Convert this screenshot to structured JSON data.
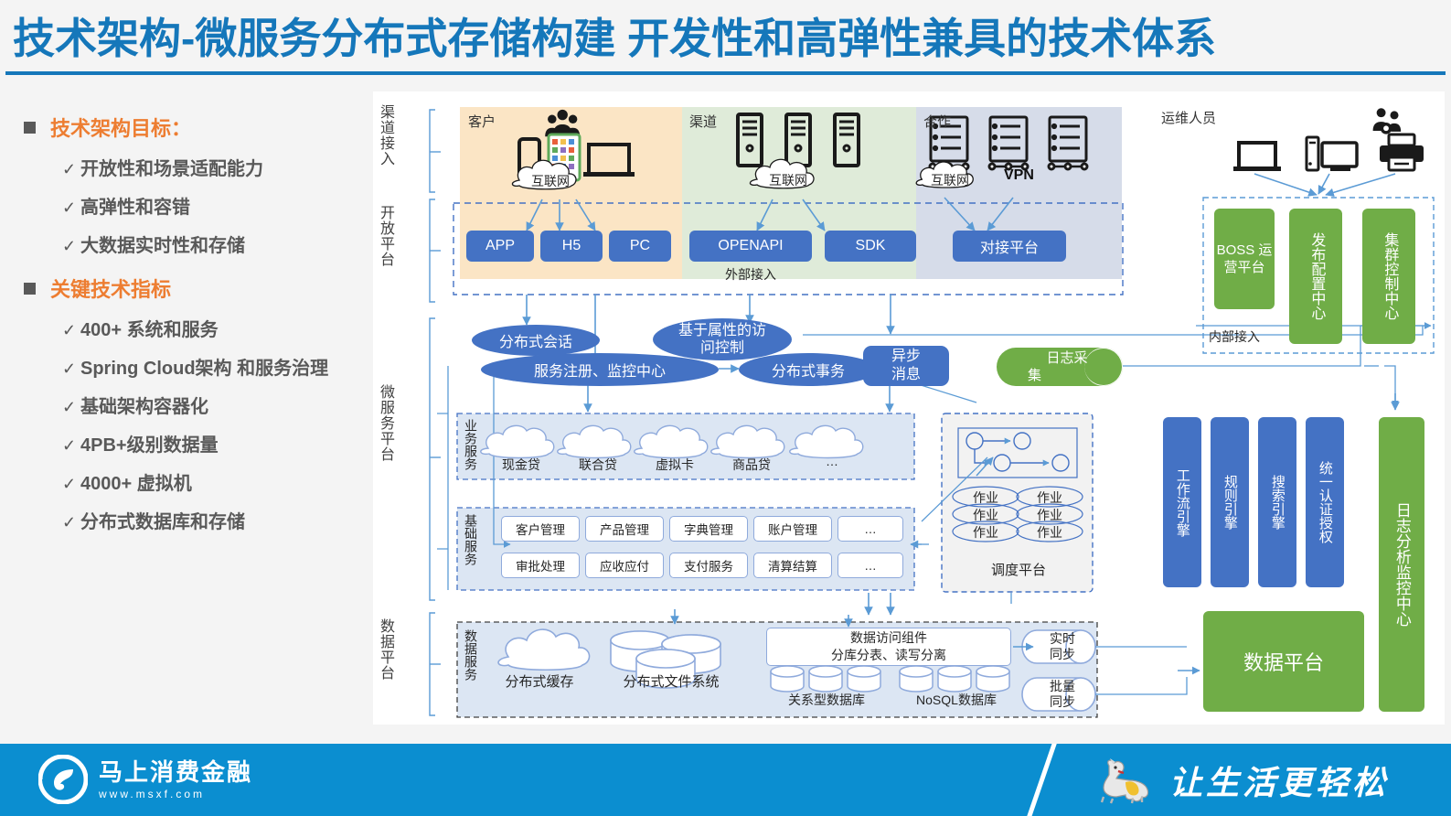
{
  "title": "技术架构-微服务分布式存储构建 开发性和高弹性兼具的技术体系",
  "accent_blue": "#1577ba",
  "accent_orange": "#ED7D31",
  "node_blue": "#4472C4",
  "node_green": "#70AD47",
  "bullets": [
    {
      "label": "技术架构目标：",
      "subs": [
        "开放性和场景适配能力",
        "高弹性和容错",
        "大数据实时性和存储"
      ]
    },
    {
      "label": "关键技术指标",
      "subs": [
        "400+ 系统和服务",
        "Spring Cloud架构 和服务治理",
        "基础架构容器化",
        "4PB+级别数据量",
        "4000+ 虚拟机",
        "分布式数据库和存储"
      ]
    }
  ],
  "layers": [
    "渠道接入",
    "开放平台",
    "微服务平台",
    "数据平台"
  ],
  "channel": {
    "groups": [
      {
        "title": "客户",
        "cloud": "互联网",
        "color": "#fbe5c5",
        "devices": [
          "phone-icon",
          "tablet-icon",
          "laptop-icon"
        ],
        "people": "users-icon"
      },
      {
        "title": "渠道",
        "cloud": "互联网",
        "color": "#dfebd9",
        "devices": [
          "tower-server-icon",
          "tower-server-icon",
          "tower-server-icon"
        ]
      },
      {
        "title": "合作",
        "cloud": "互联网",
        "color": "#d6dce9",
        "vpn": "VPN",
        "devices": [
          "rack-server-icon",
          "rack-server-icon",
          "rack-server-icon"
        ]
      }
    ]
  },
  "open_platform": {
    "external_caption": "外部接入",
    "nodes": [
      "APP",
      "H5",
      "PC",
      "OPENAPI",
      "SDK",
      "对接平台"
    ]
  },
  "ops": {
    "title": "运维人员",
    "people_icon": "users-gear-icon",
    "devices": [
      "laptop-icon",
      "desktop-icon",
      "printer-icon"
    ],
    "internal_caption": "内部接入",
    "nodes": [
      "BOSS 运营平台",
      "发布配置中心",
      "集群控制中心"
    ]
  },
  "micro": {
    "pills": [
      "分布式会话",
      "基于属性的访问问控制",
      "服务注册、监控中心",
      "分布式事务",
      "异步消息"
    ],
    "pill_labels": {
      "session": "分布式会话",
      "abac_line1": "基于属性的访",
      "abac_line2": "问控制",
      "registry": "服务注册、监控中心",
      "tx": "分布式事务",
      "mq_line1": "异步",
      "mq_line2": "消息"
    },
    "log_collect_line1": "日志采",
    "log_collect_line2": "集",
    "business": {
      "label": "业务服务",
      "items": [
        "现金贷",
        "联合贷",
        "虚拟卡",
        "商品贷",
        "…"
      ]
    },
    "basic": {
      "label": "基础服务",
      "row1": [
        "客户管理",
        "产品管理",
        "字典管理",
        "账户管理",
        "…"
      ],
      "row2": [
        "审批处理",
        "应收应付",
        "支付服务",
        "清算结算",
        "…"
      ]
    },
    "scheduler": {
      "caption": "调度平台",
      "job_label": "作业",
      "job_count": 6
    },
    "engines": [
      "工作流引擎",
      "规则引擎",
      "搜索引擎",
      "统一认证授权"
    ],
    "log_center": "日志分析监控中心"
  },
  "data": {
    "label": "数据服务",
    "cache": "分布式缓存",
    "dfs": "分布式文件系统",
    "access_line1": "数据访问组件",
    "access_line2": "分库分表、读写分离",
    "rdbms": "关系型数据库",
    "nosql": "NoSQL数据库",
    "sync": [
      {
        "l1": "实时",
        "l2": "同步"
      },
      {
        "l1": "批量",
        "l2": "同步"
      }
    ],
    "platform": "数据平台"
  },
  "footer": {
    "brand_cn": "马上消费金融",
    "brand_url": "www.msxf.com",
    "slogan": "让生活更轻松",
    "horse_icon": "horse-icon",
    "logo_icon": "msxf-logo-icon",
    "bg": "#0b8ed0"
  }
}
